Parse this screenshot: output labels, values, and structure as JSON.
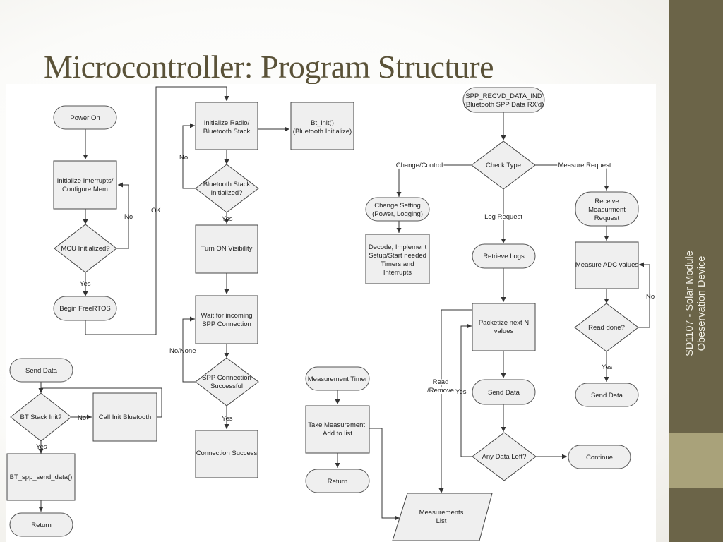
{
  "slide": {
    "title": "Microcontroller: Program Structure",
    "sidebar_line1": "SD1107 - Solar Module",
    "sidebar_line2": "Obeservation Device"
  },
  "flow": {
    "power_on": "Power On",
    "init_interrupts_1": "Initialize Interrupts/",
    "init_interrupts_2": "Configure Mem",
    "mcu_initialized": "MCU Initialized?",
    "no_1": "No",
    "yes_1": "Yes",
    "begin_freertos": "Begin FreeRTOS",
    "ok": "OK",
    "init_radio_1": "Initialize Radio/",
    "init_radio_2": "Bluetooth Stack",
    "bt_init_1": "Bt_init()",
    "bt_init_2": "(Bluetooth Initialize)",
    "bt_stack_init_1": "Bluetooth Stack",
    "bt_stack_init_2": "Initialized?",
    "no_2": "No",
    "yes_2": "Yes",
    "turn_on_visibility": "Turn ON Visibility",
    "wait_spp_1": "Wait for incoming",
    "wait_spp_2": "SPP Connection",
    "no_none": "No/None",
    "spp_success_1": "SPP Connection",
    "spp_success_2": "Successful",
    "yes_3": "Yes",
    "connection_success": "Connection Success",
    "send_data": "Send Data",
    "bt_stack_init_q": "BT Stack Init?",
    "no_3": "No",
    "call_init_bt": "Call Init Bluetooth",
    "yes_4": "Yes",
    "bt_spp_send": "BT_spp_send_data()",
    "return_1": "Return",
    "spp_recvd_1": "SPP_RECVD_DATA_IND",
    "spp_recvd_2": "(Bluetooth SPP Data RX'd)",
    "check_type": "Check Type",
    "change_control": "Change/Control",
    "measure_request": "Measure Request",
    "change_setting_1": "Change Setting",
    "change_setting_2": "(Power, Logging)",
    "decode_1": "Decode, Implement",
    "decode_2": "Setup/Start needed",
    "decode_3": "Timers and",
    "decode_4": "Interrupts",
    "log_request": "Log Request",
    "retrieve_logs": "Retrieve Logs",
    "receive_meas_1": "Receive",
    "receive_meas_2": "Measurment",
    "receive_meas_3": "Request",
    "measure_adc": "Measure ADC values",
    "no_4": "No",
    "read_done": "Read done?",
    "yes_5": "Yes",
    "send_data_2": "Send Data",
    "packetize_1": "Packetize next N",
    "packetize_2": "values",
    "read_remove_1": "Read",
    "read_remove_2": "/Remove",
    "yes_6": "Yes",
    "send_data_3": "Send Data",
    "any_data_left": "Any Data Left?",
    "continue": "Continue",
    "measurement_timer": "Measurement Timer",
    "take_meas_1": "Take Measurement,",
    "take_meas_2": "Add to list",
    "return_2": "Return",
    "meas_list_1": "Measurements",
    "meas_list_2": "List"
  }
}
